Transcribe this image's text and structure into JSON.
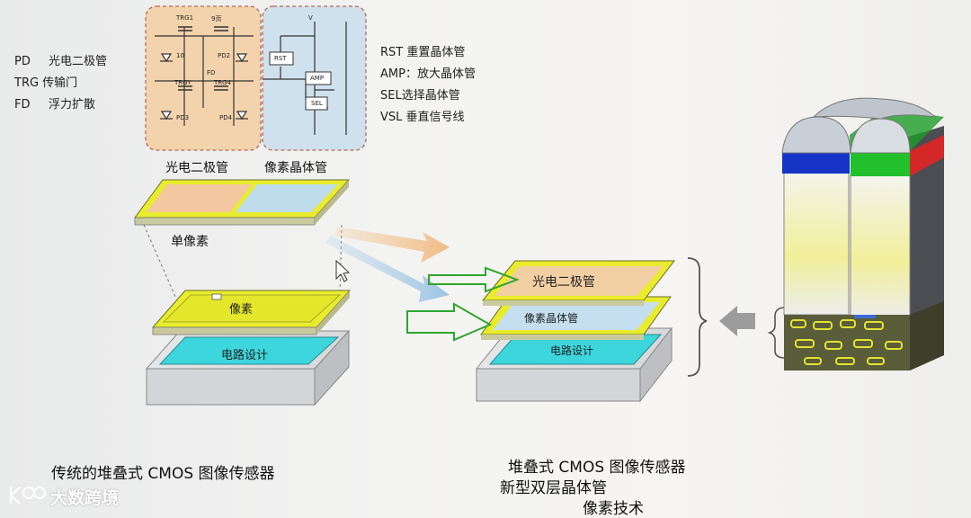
{
  "legend_left": [
    {
      "abbr": "PD",
      "text": "光电二极管"
    },
    {
      "abbr": "TRG",
      "text": "传输门"
    },
    {
      "abbr": "FD",
      "text": "浮力扩散"
    }
  ],
  "legend_right": [
    "RST 重置晶体管",
    "AMP：放大晶体管",
    "SEL选择晶体管",
    "VSL 垂直信号线"
  ],
  "circuit_labels": {
    "trg1": "TRG1",
    "nine": "9页",
    "ten": "10",
    "pd2": "PD2",
    "fd": "FD",
    "trgy": "TRGY",
    "trg4": "TRG4",
    "pd3": "PD3",
    "pd4": "PD4",
    "rst": "RST",
    "amp": "AMP",
    "sel": "SEL",
    "v": "V"
  },
  "panel_captions": {
    "photodiode": "光电二极管",
    "pixel_transistor": "像素晶体管"
  },
  "single_pixel": "单像素",
  "left_stack": {
    "pixel": "像素",
    "circuit": "电路设计"
  },
  "right_stack": {
    "photodiode": "光电二极管",
    "pixel_transistor": "像素晶体管",
    "circuit": "电路设计"
  },
  "captions": {
    "left": "传统的堆叠式 CMOS 图像传感器",
    "right_line1": "堆叠式 CMOS 图像传感器",
    "right_line2": "新型双层晶体管",
    "right_line3": "像素技术"
  },
  "watermark": "大数跨境",
  "colors": {
    "orange_panel": "#f3d3ac",
    "blue_panel": "#cfe1ec",
    "yellow": "#e8ec2c",
    "cyan": "#3cd6dc",
    "green_arrow": "#2ea52e"
  }
}
